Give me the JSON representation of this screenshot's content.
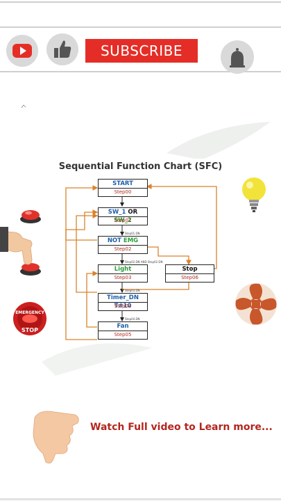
{
  "header": {
    "subscribe_label": "SUBSCRIBE"
  },
  "diagram": {
    "title": "Sequential Function Chart (SFC)",
    "steps": [
      {
        "id": "s00",
        "label": "START",
        "step": "Step00"
      },
      {
        "id": "s01",
        "label_a": "SW_1",
        "label_or": " OR ",
        "label_b": "SW_2",
        "step": "Step01"
      },
      {
        "id": "s02",
        "label_a": "NOT ",
        "label_b": "EMG",
        "step": "Step02"
      },
      {
        "id": "s03",
        "label": "Light",
        "step": "Step03"
      },
      {
        "id": "s06",
        "label": "Stop",
        "step": "Step06"
      },
      {
        "id": "s04",
        "label": "Timer_DN T#10",
        "step": "Step04"
      },
      {
        "id": "s05",
        "label": "Fan",
        "step": "Step05"
      }
    ],
    "transitions": {
      "t1": "Step01.DN",
      "t2": "Step02.DN AND Step02.DN",
      "t3": "Step03.DN",
      "t4": "Step04.DN"
    }
  },
  "illustrations": {
    "emergency_top": "EMERGENCY",
    "emergency_bottom": "STOP"
  },
  "cta": {
    "text": "Watch Full video to Learn more..."
  },
  "colors": {
    "subscribe_red": "#e52d27",
    "arrow_orange": "#d9822b",
    "cta_red": "#b3261e",
    "step_blue": "#1f5fa8",
    "step_green": "#2a9d3a"
  }
}
